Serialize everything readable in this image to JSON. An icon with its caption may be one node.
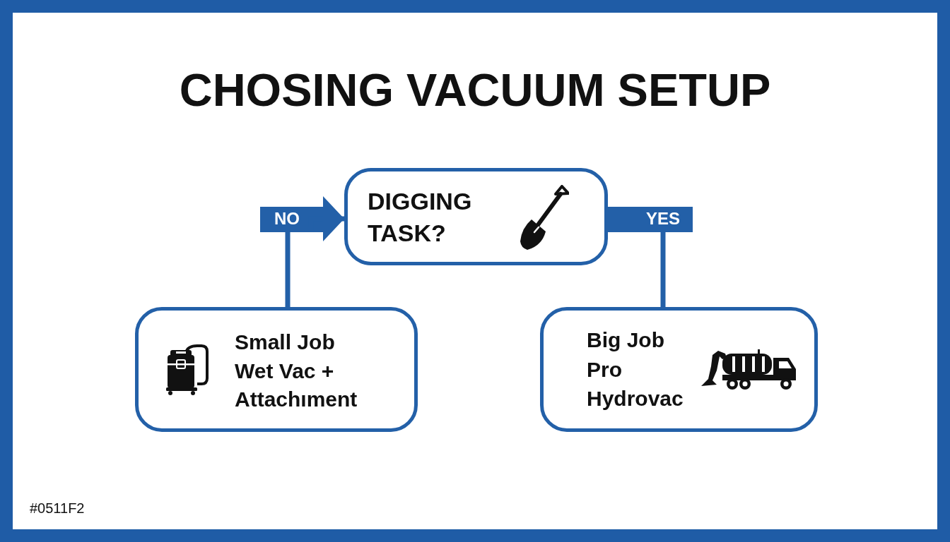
{
  "diagram": {
    "title": "CHOSING VACUUM SETUP",
    "nodes": [
      {
        "text": [
          "DIGGING TASK?"
        ]
      },
      {
        "text": [
          "Small Job Wet Vac + Attachıment"
        ]
      },
      {
        "text": [
          "Big Job Pro Hydrovac"
        ]
      }
    ],
    "edges": [
      {
        "from": 1,
        "to": 0,
        "arrow": "to",
        "label": "NO"
      },
      {
        "from": 0,
        "to": 2,
        "arrow": "none",
        "label": "YES"
      }
    ],
    "labels": [
      "#0511F2"
    ]
  }
}
